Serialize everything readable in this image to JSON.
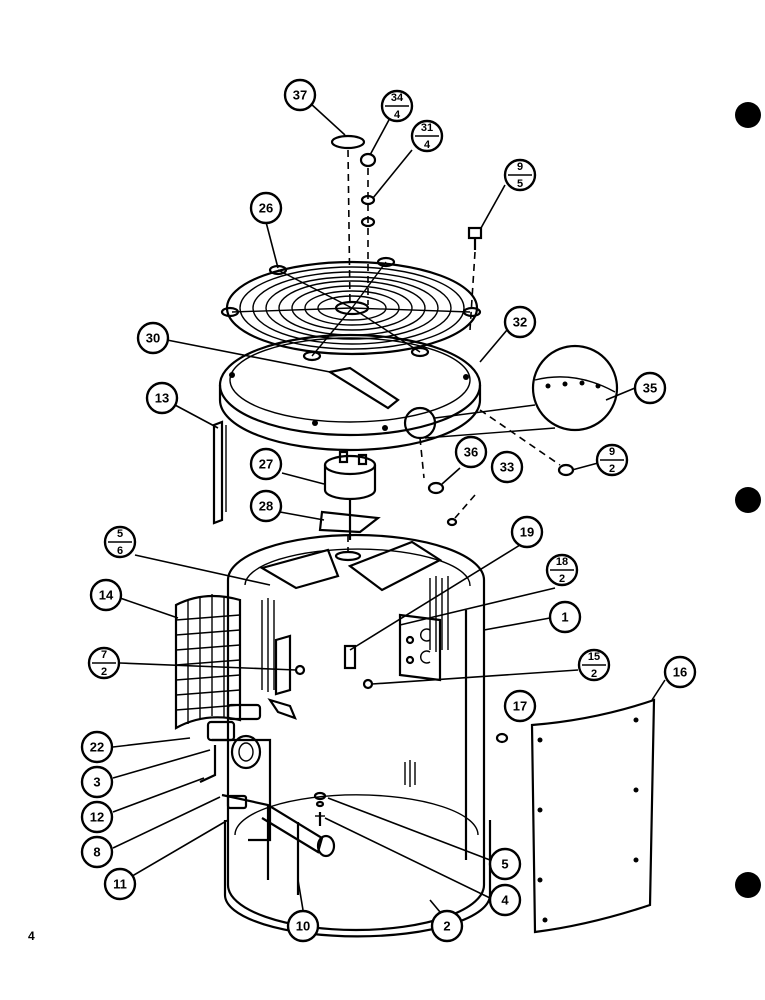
{
  "page_number": "4",
  "callouts": [
    {
      "id": "37",
      "label": "37"
    },
    {
      "id": "34-4",
      "top": "34",
      "bottom": "4"
    },
    {
      "id": "31-4",
      "top": "31",
      "bottom": "4"
    },
    {
      "id": "9-5",
      "top": "9",
      "bottom": "5"
    },
    {
      "id": "26",
      "label": "26"
    },
    {
      "id": "32",
      "label": "32"
    },
    {
      "id": "30",
      "label": "30"
    },
    {
      "id": "35",
      "label": "35"
    },
    {
      "id": "13",
      "label": "13"
    },
    {
      "id": "9-2",
      "top": "9",
      "bottom": "2"
    },
    {
      "id": "36",
      "label": "36"
    },
    {
      "id": "27",
      "label": "27"
    },
    {
      "id": "33",
      "label": "33"
    },
    {
      "id": "28",
      "label": "28"
    },
    {
      "id": "19",
      "label": "19"
    },
    {
      "id": "5-6",
      "top": "5",
      "bottom": "6"
    },
    {
      "id": "18-2",
      "top": "18",
      "bottom": "2"
    },
    {
      "id": "14",
      "label": "14"
    },
    {
      "id": "1",
      "label": "1"
    },
    {
      "id": "7-2",
      "top": "7",
      "bottom": "2"
    },
    {
      "id": "15-2",
      "top": "15",
      "bottom": "2"
    },
    {
      "id": "16",
      "label": "16"
    },
    {
      "id": "17",
      "label": "17"
    },
    {
      "id": "22",
      "label": "22"
    },
    {
      "id": "3",
      "label": "3"
    },
    {
      "id": "12",
      "label": "12"
    },
    {
      "id": "8",
      "label": "8"
    },
    {
      "id": "11",
      "label": "11"
    },
    {
      "id": "5",
      "label": "5"
    },
    {
      "id": "4",
      "label": "4"
    },
    {
      "id": "10",
      "label": "10"
    },
    {
      "id": "2",
      "label": "2"
    }
  ]
}
